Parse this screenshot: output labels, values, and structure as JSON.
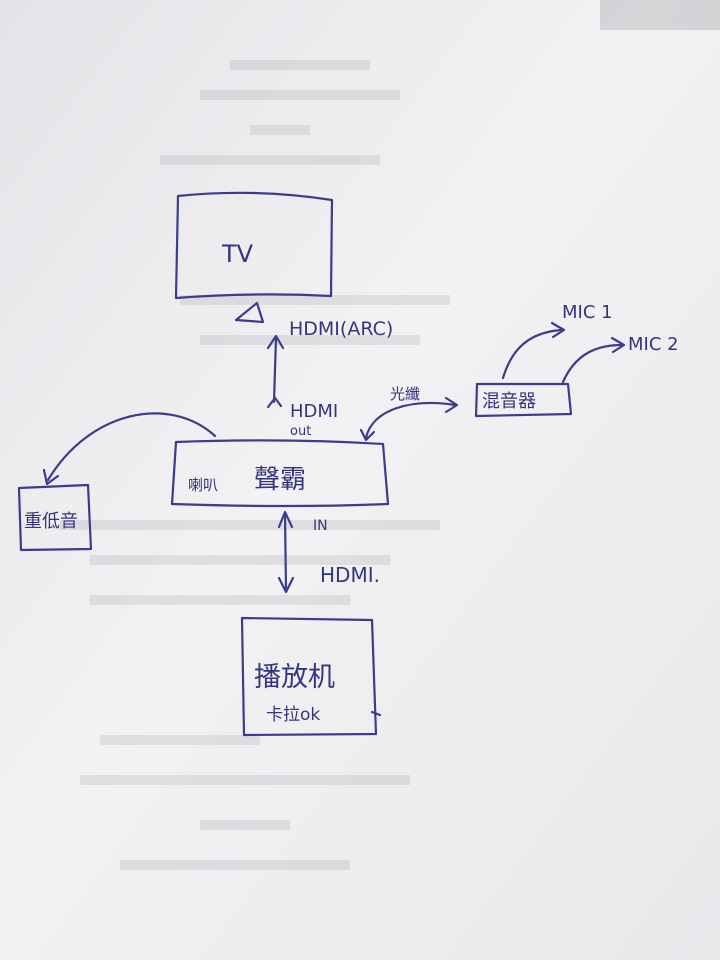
{
  "nodes": {
    "tv": "TV",
    "soundbar": "聲霸",
    "speaker_tag": "喇叭",
    "subwoofer": "重低音",
    "mixer": "混音器",
    "player_line1": "播放机",
    "player_line2": "卡拉ok",
    "mic1": "MIC 1",
    "mic2": "MIC 2"
  },
  "links": {
    "hdmi_arc": "HDMI(ARC)",
    "hdmi_out_line1": "HDMI",
    "hdmi_out_line2": "out",
    "optical": "光纖",
    "in_label": "IN",
    "hdmi_in": "HDMI."
  },
  "colors": {
    "ink": "#3b3c8c",
    "paper": "#f1f1f3"
  }
}
